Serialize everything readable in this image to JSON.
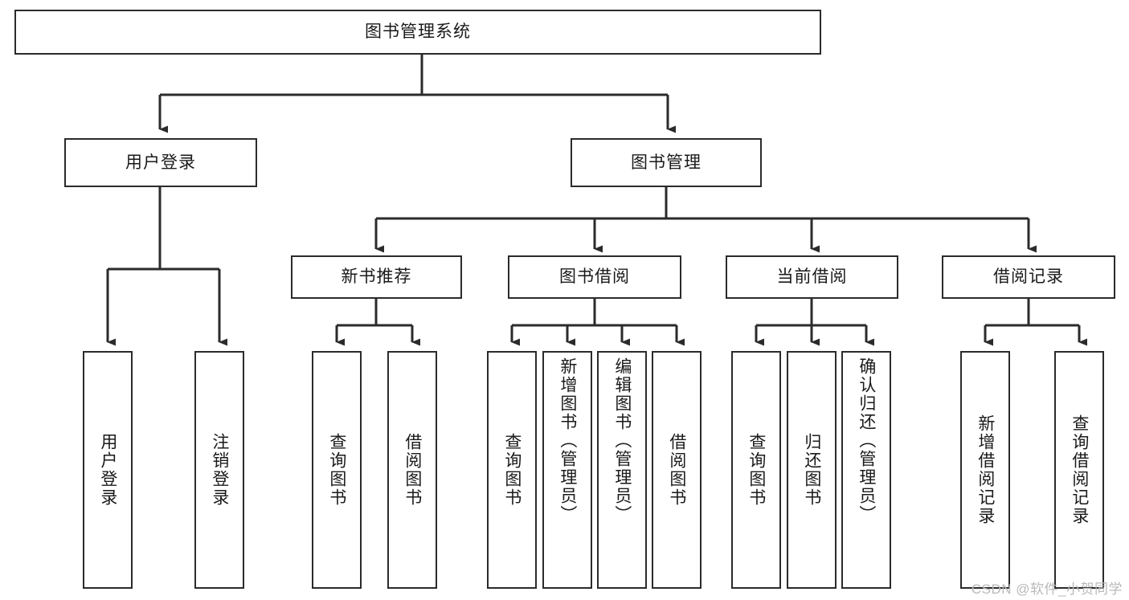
{
  "diagram": {
    "title": "图书管理系统",
    "type": "tree-hierarchy-chart",
    "root": {
      "label": "图书管理系统"
    },
    "level2": {
      "user_login": "用户登录",
      "book_manage": "图书管理"
    },
    "level3": {
      "new_book_recommend": "新书推荐",
      "book_borrow": "图书借阅",
      "current_borrow": "当前借阅",
      "borrow_record": "借阅记录"
    },
    "leaves": {
      "user_login_children": [
        "用户登录",
        "注销登录"
      ],
      "new_book_recommend_children": [
        "查询图书",
        "借阅图书"
      ],
      "book_borrow_children": [
        "查询图书",
        "新增图书（管理员）",
        "编辑图书（管理员）",
        "借阅图书"
      ],
      "current_borrow_children": [
        "查询图书",
        "归还图书",
        "确认归还（管理员）"
      ],
      "borrow_record_children": [
        "新增借阅记录",
        "查询借阅记录"
      ]
    }
  },
  "watermark": {
    "text": "CSDN @软件_小贺同学"
  },
  "colors": {
    "stroke": "#2b2b2b",
    "background": "#ffffff",
    "text": "#1a1a1a",
    "watermark": "#b9b9b9"
  }
}
